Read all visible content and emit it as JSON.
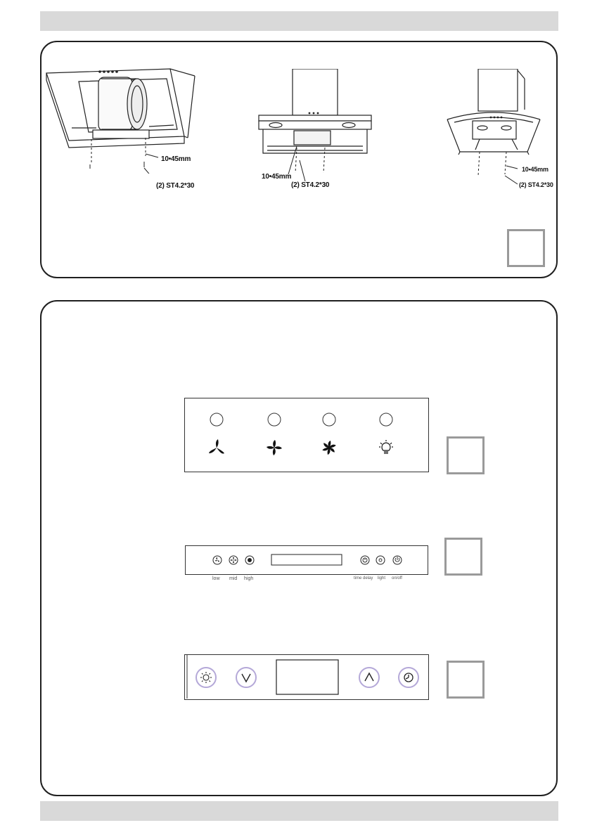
{
  "install_section": {
    "figure_1": {
      "screw_label": "10•45mm",
      "bolt_label": "(2) ST4.2*30"
    },
    "figure_2": {
      "screw_label": "10•45mm",
      "bolt_label": "(2) ST4.2*30"
    },
    "figure_3": {
      "screw_label": "10•45mm",
      "bolt_label": "(2) ST4.2*30"
    }
  },
  "control_section": {
    "panel_a": {
      "buttons": [
        "fan-low-icon",
        "fan-mid-icon",
        "fan-high-icon",
        "light-bulb-icon"
      ]
    },
    "panel_b": {
      "labels": {
        "low": "low",
        "mid": "mid",
        "high": "high",
        "time_delay": "time delay",
        "light": "light",
        "on_off": "on/off"
      }
    },
    "panel_c": {
      "buttons": [
        "light-icon",
        "down-arrow-icon",
        "up-arrow-icon",
        "timer-icon"
      ]
    }
  }
}
